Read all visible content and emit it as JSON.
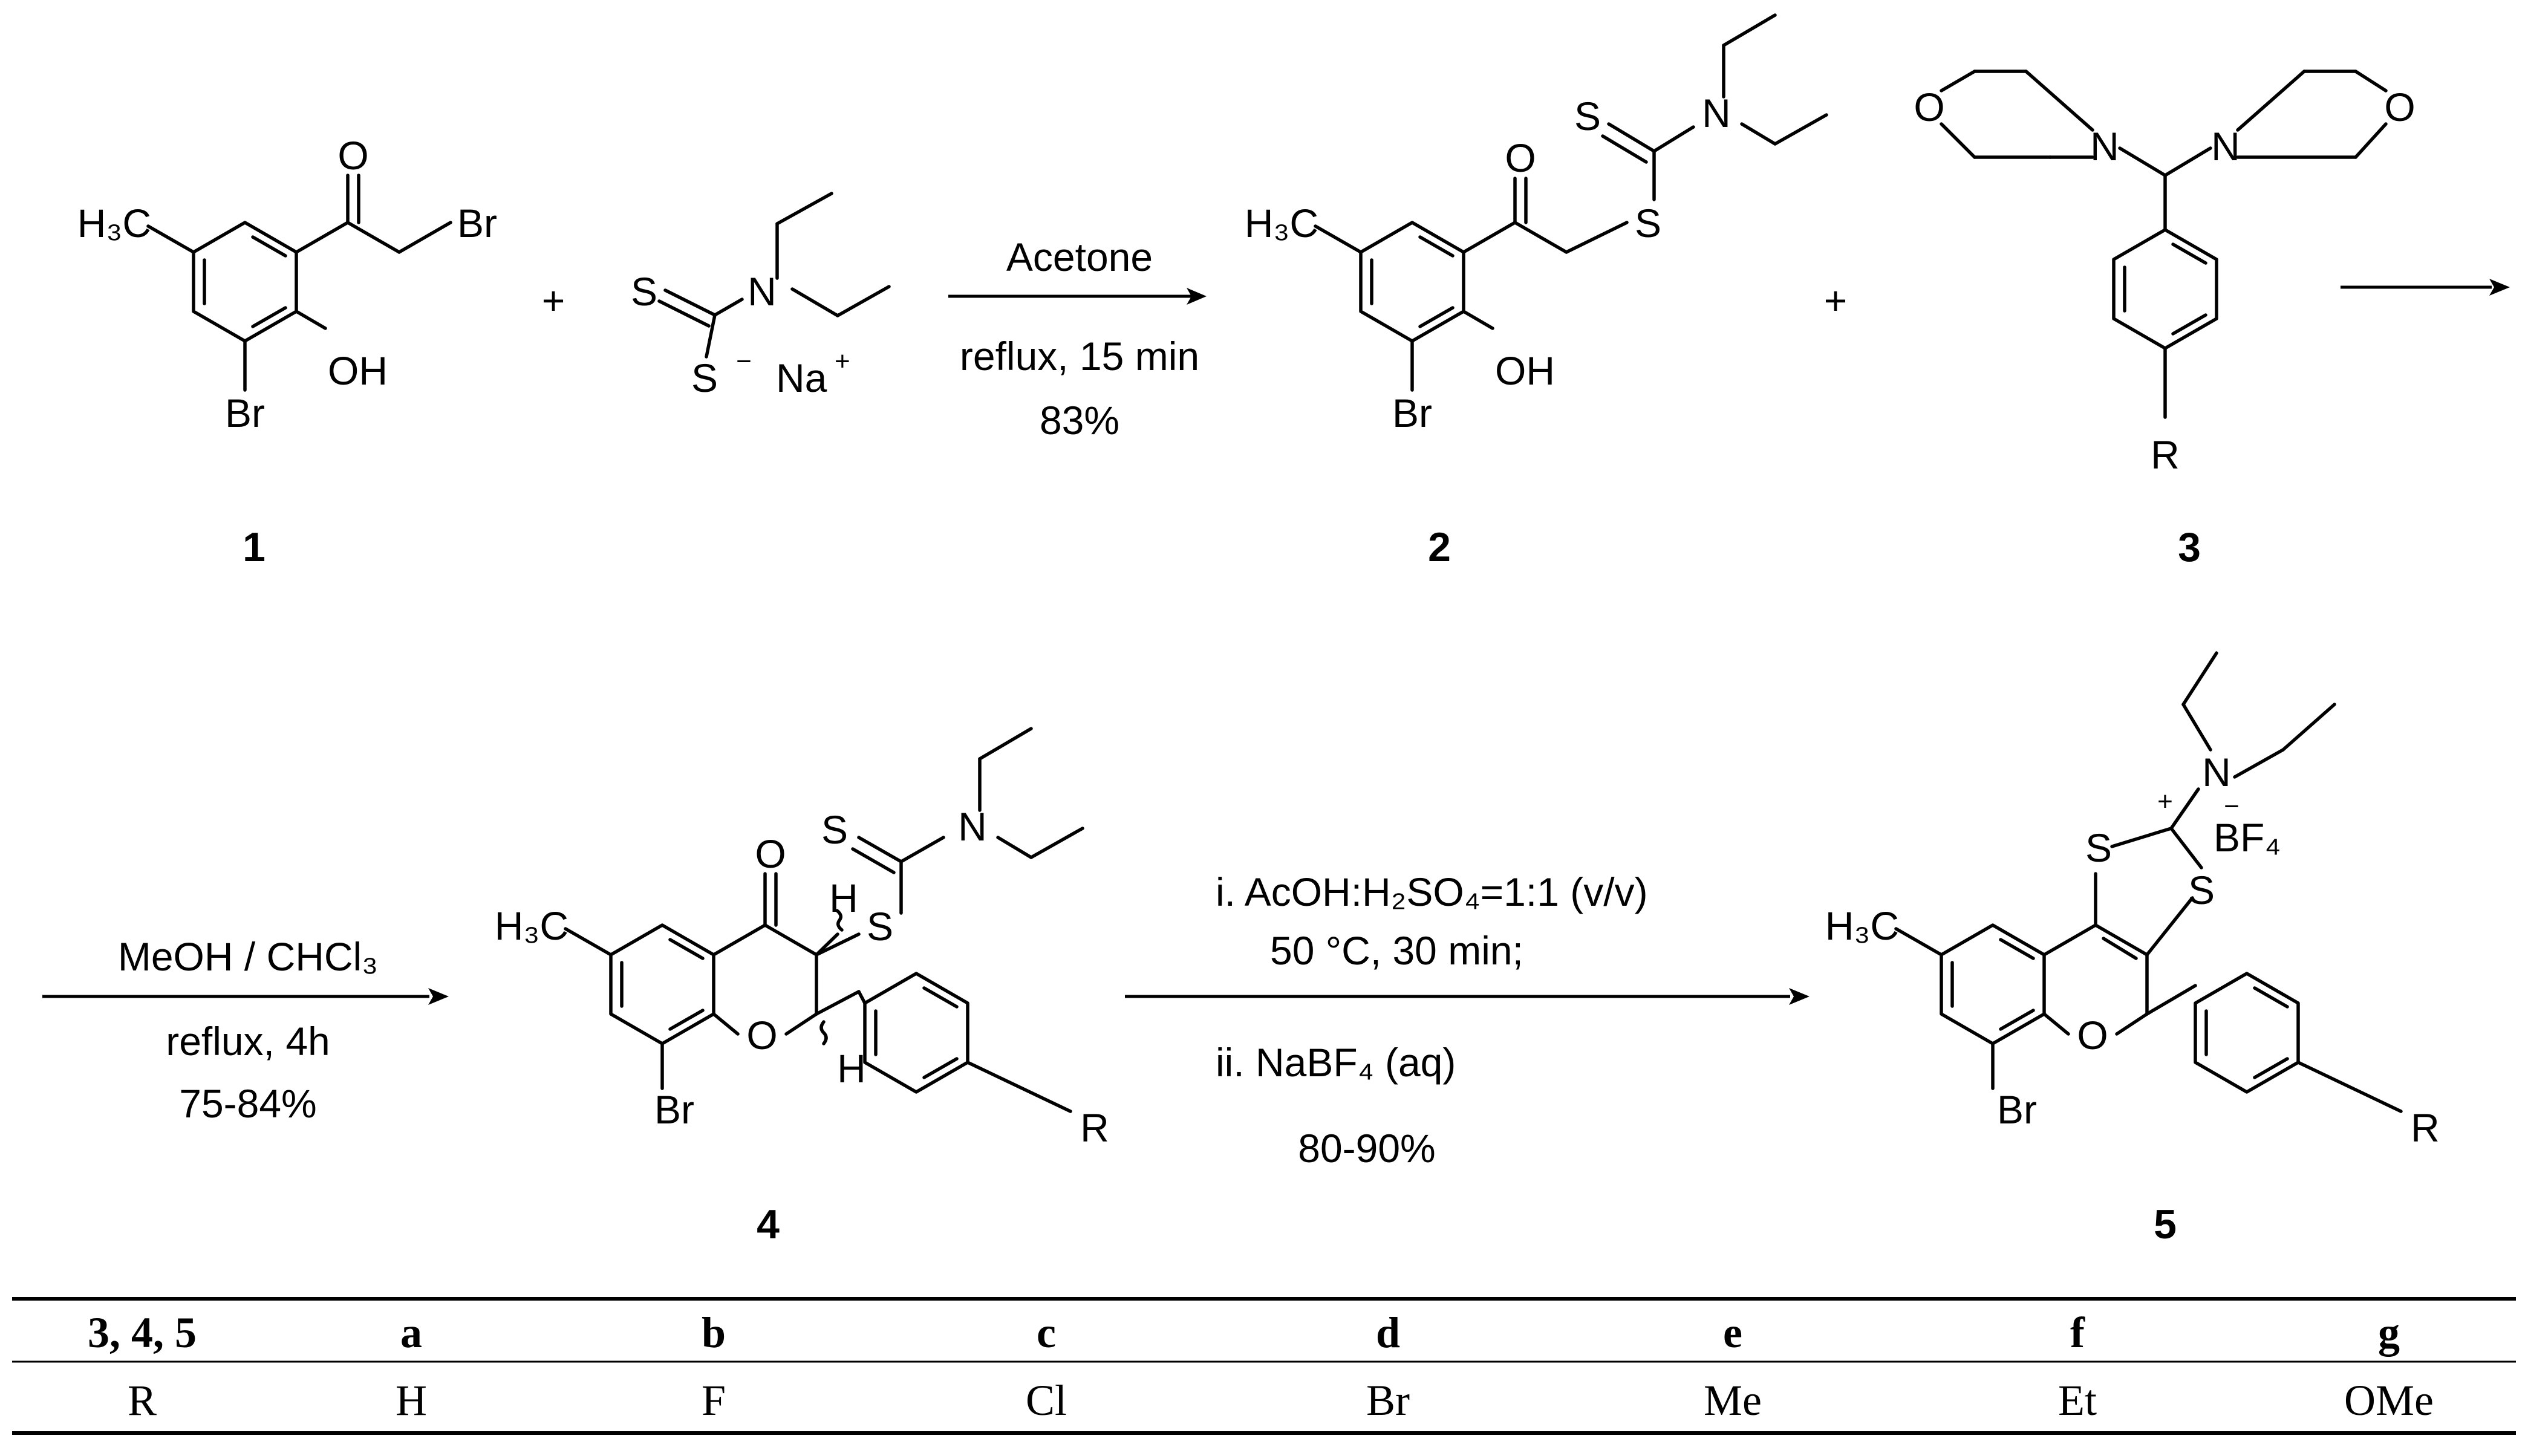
{
  "compounds": {
    "c1": {
      "number": "1",
      "labels": {
        "ch3": "H₃C",
        "o": "O",
        "br_side": "Br",
        "oh": "OH",
        "br_ring": "Br"
      }
    },
    "reagent": {
      "labels": {
        "s_double": "S",
        "n": "N",
        "s_minus": "S",
        "minus": "−",
        "na": "Na",
        "plus": "+"
      }
    },
    "c2": {
      "number": "2",
      "labels": {
        "ch3": "H₃C",
        "o": "O",
        "s_chain": "S",
        "s_double": "S",
        "n": "N",
        "oh": "OH",
        "br": "Br"
      }
    },
    "c3": {
      "number": "3",
      "labels": {
        "o_left": "O",
        "n_left": "N",
        "n_right": "N",
        "o_right": "O",
        "r": "R"
      }
    },
    "c4": {
      "number": "4",
      "labels": {
        "ch3": "H₃C",
        "o_keto": "O",
        "h_top": "H",
        "s_chain": "S",
        "s_double": "S",
        "n": "N",
        "o_ring": "O",
        "h_bottom": "H",
        "br": "Br",
        "r": "R"
      }
    },
    "c5": {
      "number": "5",
      "labels": {
        "ch3": "H₃C",
        "s_top": "S",
        "s_right": "S",
        "plus": "+",
        "n": "N",
        "minus": "−",
        "bf4": "BF₄",
        "o_ring": "O",
        "br": "Br",
        "r": "R"
      }
    }
  },
  "plus_signs": {
    "p1": "+",
    "p2": "+"
  },
  "conditions": {
    "step1": {
      "solvent": "Acetone",
      "temp_time": "reflux, 15 min",
      "yield": "83%"
    },
    "step2": {
      "solvent": "MeOH / CHCl₃",
      "temp_time": "reflux, 4h",
      "yield": "75-84%"
    },
    "step3": {
      "line1": "i. AcOH:H₂SO₄=1:1 (v/v)",
      "line2": "50 °C, 30 min;",
      "line3": "ii. NaBF₄ (aq)",
      "yield": "80-90%"
    }
  },
  "table": {
    "header": [
      "3, 4, 5",
      "a",
      "b",
      "c",
      "d",
      "e",
      "f",
      "g"
    ],
    "row": [
      "R",
      "H",
      "F",
      "Cl",
      "Br",
      "Me",
      "Et",
      "OMe"
    ]
  }
}
